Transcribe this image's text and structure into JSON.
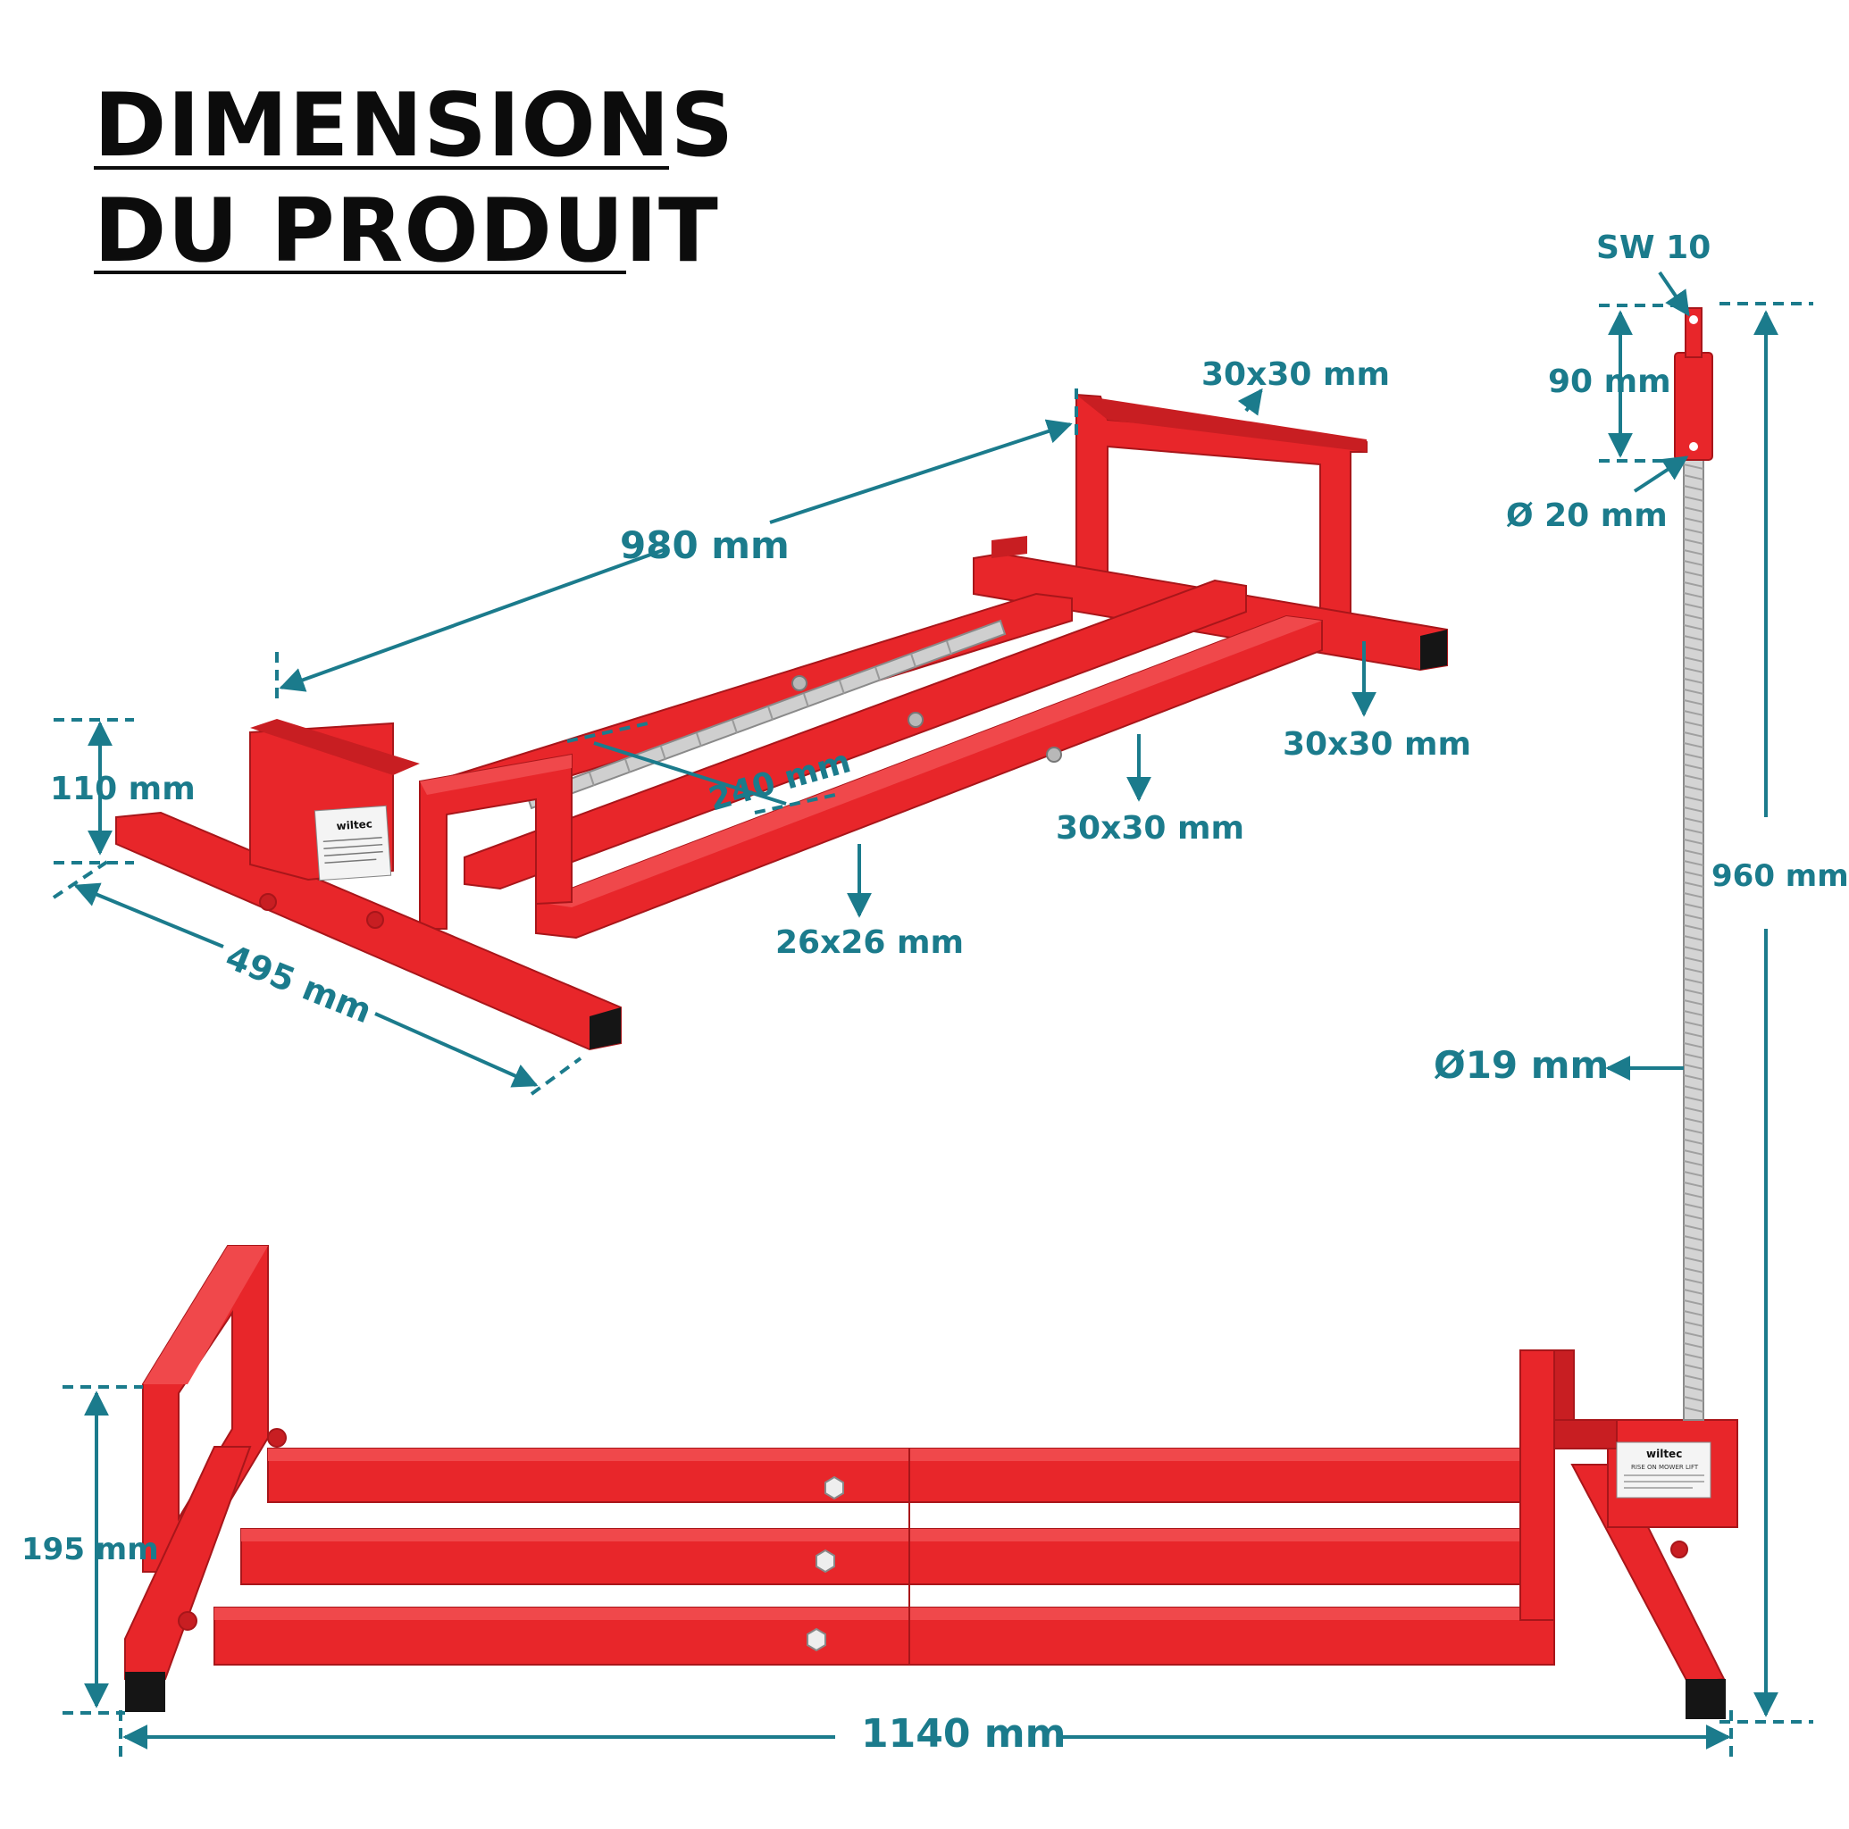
{
  "title": {
    "line1": "DIMENSIONS",
    "line2": "DU PRODUIT"
  },
  "colors": {
    "frame": "#e8262a",
    "frame_shade": "#c81e22",
    "frame_dark": "#a8161a",
    "dim": "#1b7b8c",
    "title": "#0c0c0c",
    "cap": "#151515",
    "screw": "#b8b8b8"
  },
  "brand": "wiltec",
  "label_text": "RISE ON MOWER LIFT",
  "dimensions": {
    "length_top": "980 mm",
    "frame_profile_top": "30x30 mm",
    "foot_profile": "30x30 mm",
    "rail_profile": "30x30 mm",
    "inner_profile": "26x26 mm",
    "travel": "240 mm",
    "height_front": "110 mm",
    "width": "495 mm",
    "socket": "SW 10",
    "handle_length": "90 mm",
    "handle_diameter": "Ø  20 mm",
    "spindle_diameter": "Ø19 mm",
    "spindle_height": "960 mm",
    "height_side": "195 mm",
    "total_length": "1140 mm"
  }
}
